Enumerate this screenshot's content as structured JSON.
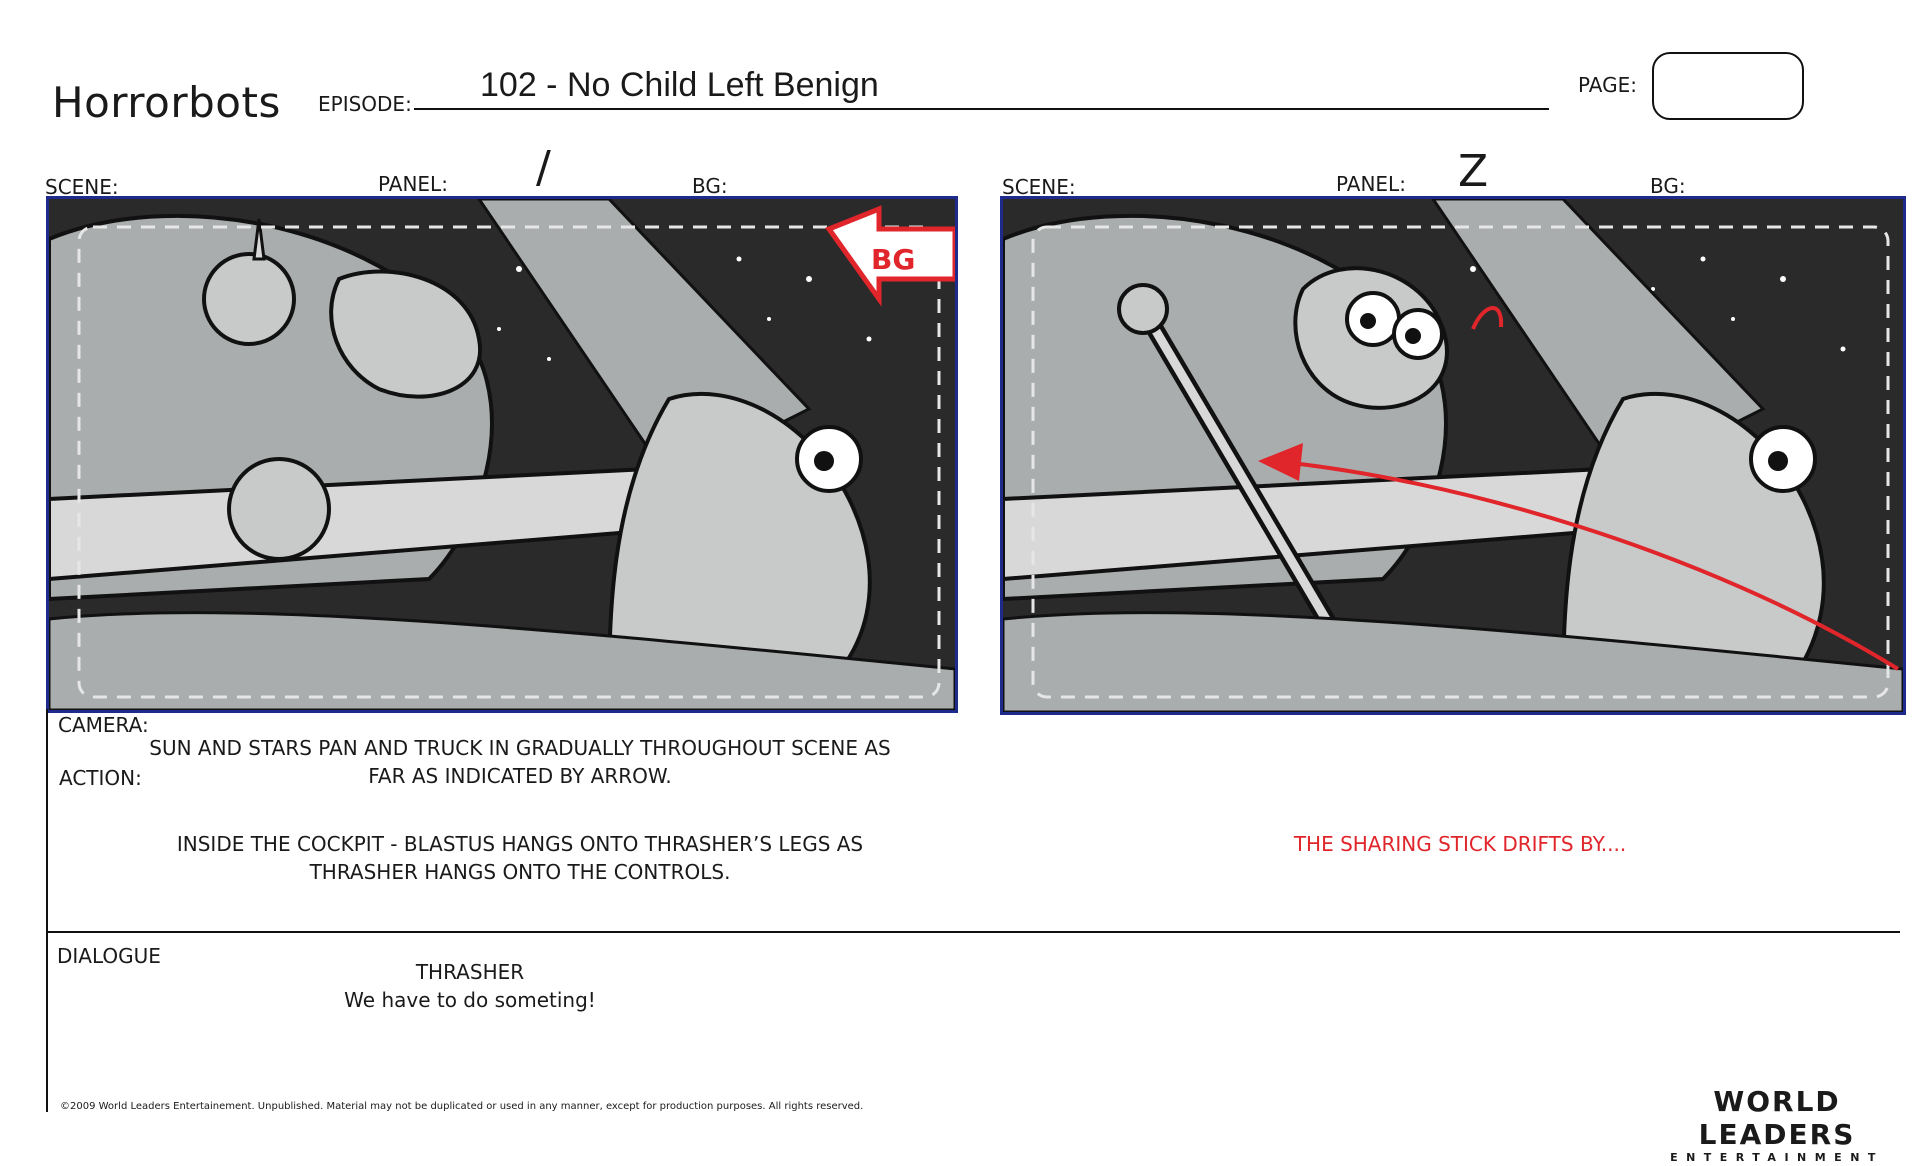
{
  "header": {
    "show_title": "Horrorbots",
    "episode_label": "EPISODE:",
    "episode_value": "102 - No Child Left Benign",
    "page_label": "PAGE:"
  },
  "panels": [
    {
      "scene_label": "SCENE:",
      "panel_label": "PANEL:",
      "panel_number": "/",
      "bg_label": "BG:",
      "arrow_note": "BG"
    },
    {
      "scene_label": "SCENE:",
      "panel_label": "PANEL:",
      "panel_number": "Z",
      "bg_label": "BG:"
    }
  ],
  "notes": {
    "camera_label": "CAMERA:",
    "action_label": "ACTION:",
    "camera_text_1": "SUN AND STARS PAN AND TRUCK IN GRADUALLY THROUGHOUT SCENE AS",
    "camera_text_2": "FAR AS INDICATED BY ARROW.",
    "action_text_1": "INSIDE THE COCKPIT - BLASTUS HANGS ONTO THRASHER’S LEGS AS",
    "action_text_2": "THRASHER HANGS ONTO THE CONTROLS.",
    "panel2_action": "THE SHARING STICK DRIFTS BY...."
  },
  "dialogue": {
    "label": "DIALOGUE",
    "character": "THRASHER",
    "line": "We have to do someting!"
  },
  "footer": {
    "copyright": "©2009 World Leaders Entertainement.  Unpublished. Material may not be duplicated or used in any manner, except for production purposes. All rights reserved.",
    "brand_top": "WORLD LEADERS",
    "brand_bottom": "ENTERTAINMENT"
  },
  "colors": {
    "panel_border": "#1e2a8c",
    "annotation_red": "#e0252b",
    "sky": "#2a2a2a",
    "figure_gray": "#a9adad"
  }
}
